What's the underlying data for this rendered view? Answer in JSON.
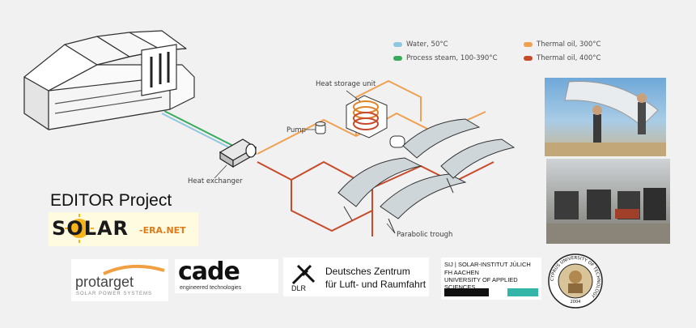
{
  "legend": {
    "water": "Water, 50°C",
    "steam": "Process steam, 100-390°C",
    "oil300": "Thermal oil, 300°C",
    "oil400": "Thermal oil, 400°C"
  },
  "colors": {
    "water": "#8fc7e0",
    "steam": "#3aaa5c",
    "oil300": "#f0a050",
    "oil400": "#c74a2a",
    "line_gray": "#444444"
  },
  "labels": {
    "heat_storage": "Heat storage unit",
    "pump": "Pump",
    "heat_exchanger": "Heat exchanger",
    "parabolic_trough": "Parabolic trough"
  },
  "project": {
    "title": "EDITOR Project",
    "solar_era_main": "SOLAR",
    "solar_era_suffix": "-ERA.NET"
  },
  "partners": {
    "protarget_name": "protarget",
    "protarget_sub": "SOLAR POWER SYSTEMS",
    "cade_name": "cade",
    "cade_sub": "engineered technologies",
    "dlr_short": "DLR",
    "dlr_line1": "Deutsches Zentrum",
    "dlr_line2": "für Luft- und Raumfahrt",
    "sij_line1": "SIJ | SOLAR-INSTITUT JÜLICH",
    "sij_line2": "FH AACHEN",
    "sij_line3": "UNIVERSITY OF APPLIED SCIENCES",
    "cyprus_ring": "CYPRUS UNIVERSITY OF TECHNOLOGY",
    "cyprus_year": "2004"
  }
}
